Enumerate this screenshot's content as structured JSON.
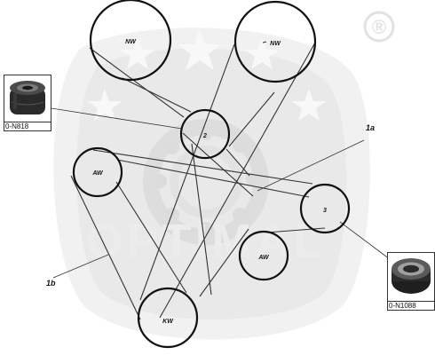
{
  "brand": {
    "watermark": "OPTIMAL",
    "registered_mark": "®"
  },
  "pulleys": [
    {
      "id": "nw-left",
      "label": "NW"
    },
    {
      "id": "nw-right",
      "label": "NW"
    },
    {
      "id": "idler-2",
      "label": "2"
    },
    {
      "id": "aw-left",
      "label": "AW"
    },
    {
      "id": "idler-3",
      "label": "3"
    },
    {
      "id": "aw-right",
      "label": "AW"
    },
    {
      "id": "kw",
      "label": "KW"
    }
  ],
  "callouts": {
    "belt_1a": "1a",
    "belt_1b": "1b"
  },
  "parts": [
    {
      "code": "0-N818"
    },
    {
      "code": "0-N1088"
    }
  ]
}
